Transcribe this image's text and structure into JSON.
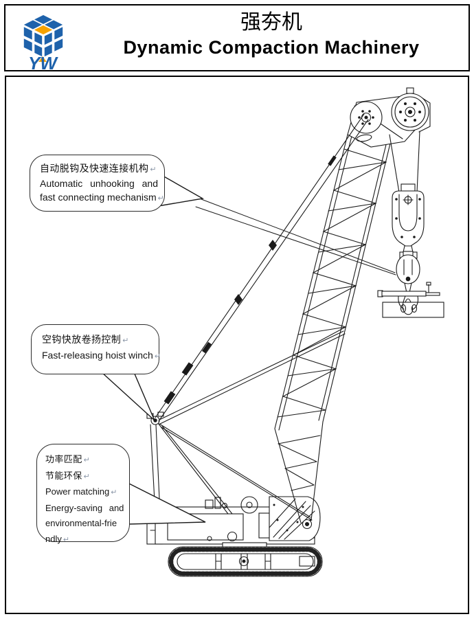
{
  "header": {
    "title_cn": "强夯机",
    "title_en": "Dynamic Compaction Machinery",
    "logo_monogram": "YW"
  },
  "callouts": [
    {
      "name": "automatic-unhooking",
      "lines": [
        {
          "text": "自动脱钩及快速连接机构"
        },
        {
          "text": "Automatic unhooking and"
        },
        {
          "text": "fast connecting mechanism"
        }
      ]
    },
    {
      "name": "hoist-winch",
      "lines": [
        {
          "text": "空钩快放卷扬控制"
        },
        {
          "text": "Fast-releasing hoist winch"
        }
      ]
    },
    {
      "name": "power-matching",
      "lines": [
        {
          "text": "功率匹配"
        },
        {
          "text": "节能环保"
        },
        {
          "text": "Power matching"
        },
        {
          "text": "Energy-saving and"
        },
        {
          "text": "environmental-frie"
        },
        {
          "text": "ndly"
        }
      ]
    }
  ],
  "glyphs": {
    "return_mark": "↵"
  },
  "colors": {
    "logo_blue": "#1e62ab",
    "logo_orange": "#f6a200",
    "line_black": "#1a1a1a"
  }
}
